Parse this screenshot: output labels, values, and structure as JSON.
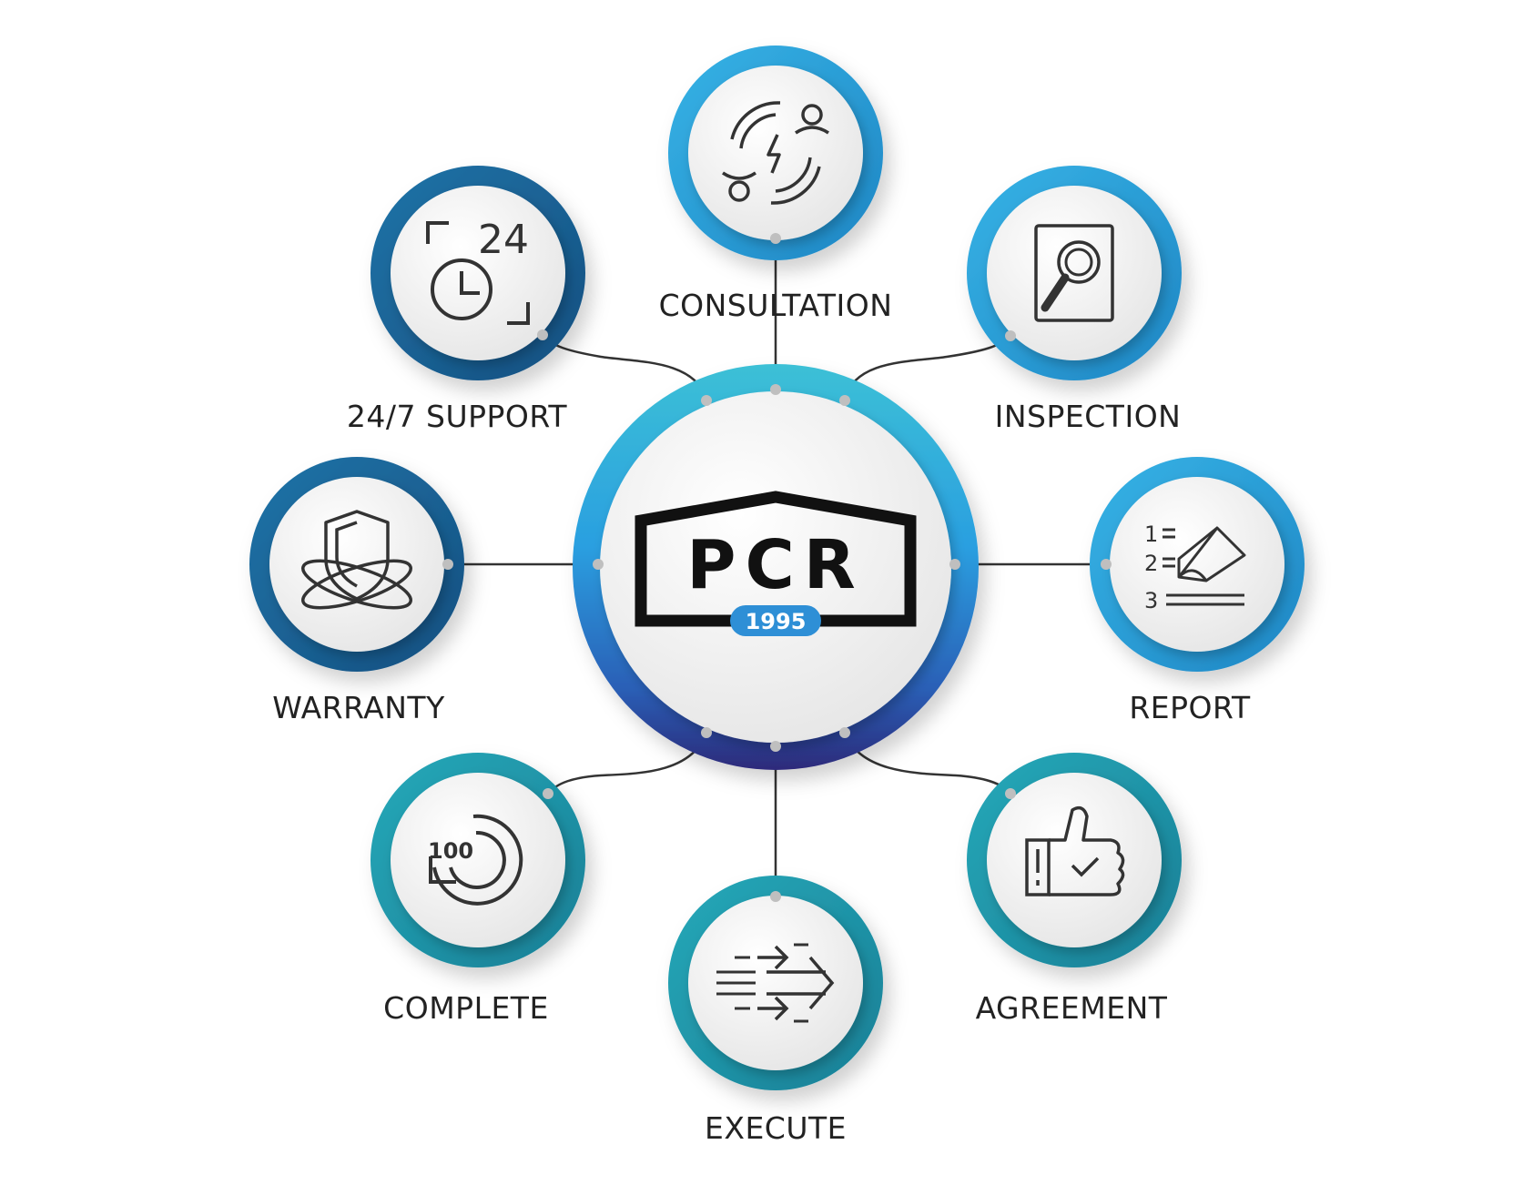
{
  "center": {
    "logo_text": "PCR",
    "logo_year": "1995",
    "accent": "#2e8fd6",
    "logo_color": "#111111"
  },
  "colors": {
    "ring_light": "#2fa6df",
    "ring_dark": "#1a5f96",
    "ring_teal": "#1e9aaa",
    "center_ring_bottom": "#2d2a7a",
    "line": "#333333",
    "icon": "#333333"
  },
  "nodes": [
    {
      "key": "consultation",
      "label": "CONSULTATION",
      "icon": "phone-cycle-icon"
    },
    {
      "key": "inspection",
      "label": "INSPECTION",
      "icon": "magnifier-document-icon"
    },
    {
      "key": "report",
      "label": "REPORT",
      "icon": "numbered-list-pencil-icon"
    },
    {
      "key": "agreement",
      "label": "AGREEMENT",
      "icon": "thumbs-up-check-icon"
    },
    {
      "key": "execute",
      "label": "EXECUTE",
      "icon": "arrows-forward-icon"
    },
    {
      "key": "complete",
      "label": "COMPLETE",
      "icon": "100-percent-cycle-icon",
      "icon_text": "100"
    },
    {
      "key": "warranty",
      "label": "WARRANTY",
      "icon": "shield-orbit-icon"
    },
    {
      "key": "support",
      "label": "24/7 SUPPORT",
      "icon": "24-hour-clock-icon",
      "icon_text": "24"
    }
  ]
}
